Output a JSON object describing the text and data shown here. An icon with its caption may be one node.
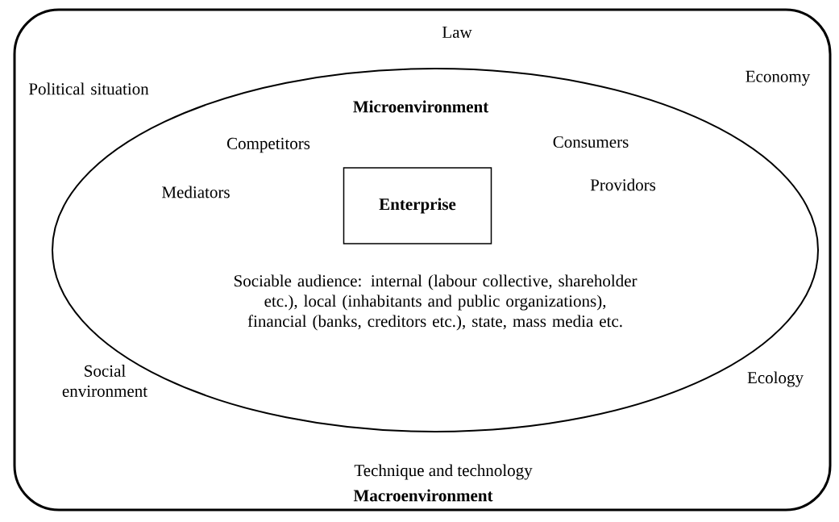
{
  "diagram": {
    "nodes": [
      {
        "text": [
          "Macroenvironment"
        ]
      },
      {
        "text": [
          "Microenvironment"
        ],
        "in": 0
      },
      {
        "text": [
          "Enterprise"
        ],
        "in": 1
      }
    ],
    "labels": [
      "Law",
      "Political situation",
      "Economy",
      "Competitors",
      "Consumers",
      "Mediators",
      "Providors",
      "Sociable audience: internal (labour collective, shareholder etc.), local (inhabitants and public organizations), financial (banks, creditors etc.), state, mass media etc.",
      "Social environment",
      "Ecology",
      "Technique and technology"
    ]
  }
}
